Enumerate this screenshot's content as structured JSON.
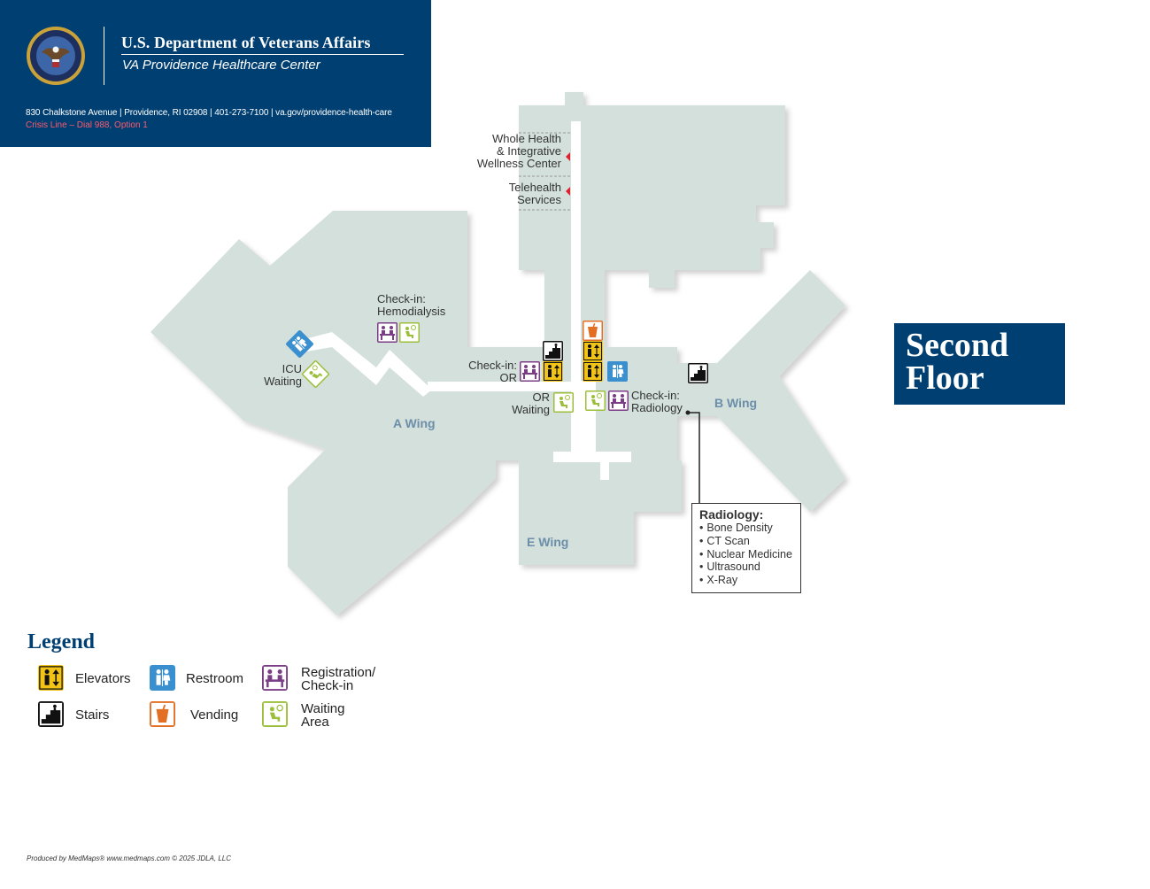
{
  "header": {
    "org_name": "U.S. Department of Veterans Affairs",
    "facility_name": "VA Providence Healthcare Center",
    "address_line": "830 Chalkstone Avenue | Providence, RI 02908 | 401-273-7100 | va.gov/providence-health-care",
    "crisis_line": "Crisis Line – Dial 988, Option 1",
    "seal_icon": "va-seal-icon"
  },
  "floor_title": {
    "line1": "Second",
    "line2": "Floor"
  },
  "map": {
    "wings": {
      "a": "A Wing",
      "b": "B Wing",
      "e": "E Wing"
    },
    "labels": {
      "whole_health": [
        "Whole Health",
        "& Integrative",
        "Wellness Center"
      ],
      "telehealth": [
        "Telehealth",
        "Services"
      ],
      "checkin_hemodialysis": [
        "Check-in:",
        "Hemodialysis"
      ],
      "icu_waiting": [
        "ICU",
        "Waiting"
      ],
      "checkin_or": [
        "Check-in:",
        "OR"
      ],
      "or_waiting": [
        "OR",
        "Waiting"
      ],
      "checkin_radiology": [
        "Check-in:",
        "Radiology"
      ]
    },
    "radiology_callout": {
      "title": "Radiology:",
      "items": [
        "Bone Density",
        "CT Scan",
        "Nuclear Medicine",
        "Ultrasound",
        "X-Ray"
      ]
    }
  },
  "legend": {
    "title": "Legend",
    "items": [
      {
        "icon": "elevator-icon",
        "lines": [
          "Elevators"
        ]
      },
      {
        "icon": "restroom-icon",
        "lines": [
          "Restroom"
        ]
      },
      {
        "icon": "registration-icon",
        "lines": [
          "Registration/",
          "Check-in"
        ]
      },
      {
        "icon": "stairs-icon",
        "lines": [
          "Stairs"
        ]
      },
      {
        "icon": "vending-icon",
        "lines": [
          "Vending"
        ]
      },
      {
        "icon": "waiting-area-icon",
        "lines": [
          "Waiting",
          "Area"
        ]
      }
    ]
  },
  "colors": {
    "navy": "#003f72",
    "floor_fill": "#d3e0dc",
    "elevator": "#f2c417",
    "restroom": "#3a8fcf",
    "registration": "#7b3e86",
    "stairs": "#111111",
    "vending": "#e36f25",
    "waiting": "#9cbf3b",
    "crisis_red": "#ff5a6e",
    "wing_label": "#6c8ea9"
  },
  "footer": {
    "credit": "Produced by MedMaps®  www.medmaps.com   © 2025 JDLA, LLC"
  }
}
